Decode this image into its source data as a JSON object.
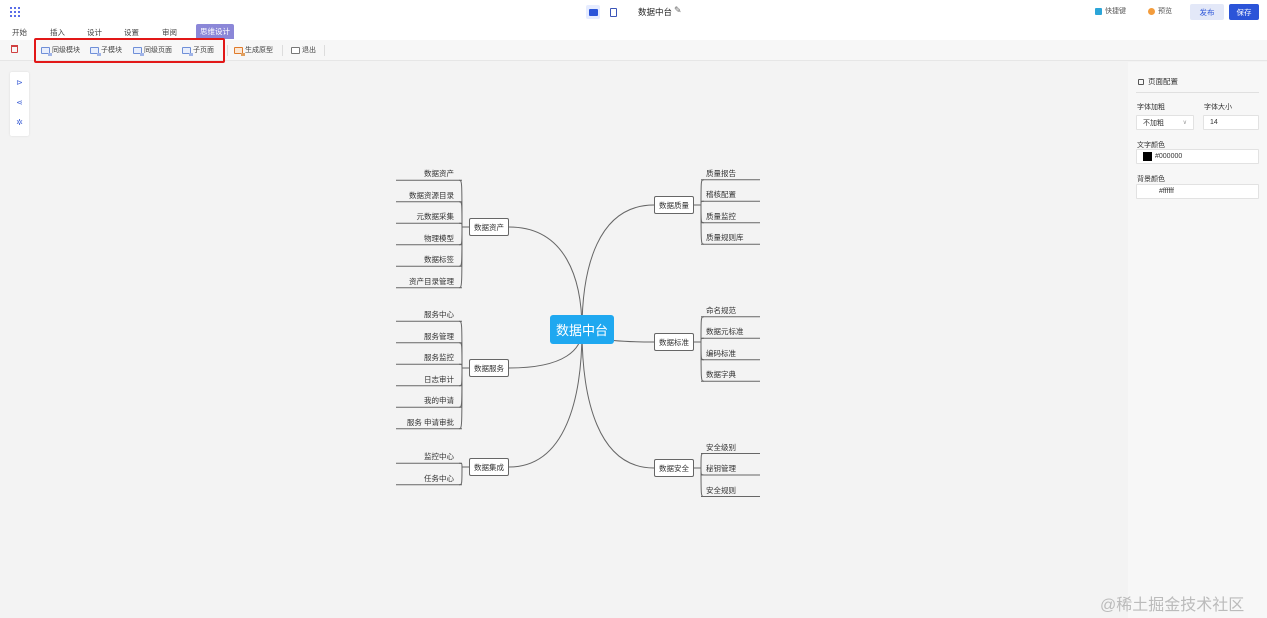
{
  "header": {
    "doc_title": "数据中台",
    "shortcut_label": "快捷键",
    "preview_label": "预览",
    "publish_label": "发布",
    "save_label": "保存"
  },
  "menu": {
    "items": [
      "开始",
      "插入",
      "设计",
      "设置",
      "审阅",
      "思维设计"
    ],
    "active_index": 5
  },
  "toolbar": {
    "items": [
      "同级模块",
      "子模块",
      "同级页面",
      "子页面",
      "生成原型",
      "退出"
    ]
  },
  "mindmap": {
    "root": "数据中台",
    "branches": [
      {
        "label": "数据资产",
        "side": "left",
        "children": [
          "数据资产",
          "数据资源目录",
          "元数据采集",
          "物理模型",
          "数据标签",
          "资产目录管理"
        ]
      },
      {
        "label": "数据服务",
        "side": "left",
        "children": [
          "服务中心",
          "服务管理",
          "服务监控",
          "日志审计",
          "我的申请",
          "服务 申请审批"
        ]
      },
      {
        "label": "数据集成",
        "side": "left",
        "children": [
          "监控中心",
          "任务中心"
        ]
      },
      {
        "label": "数据质量",
        "side": "right",
        "children": [
          "质量报告",
          "稽核配置",
          "质量监控",
          "质量规则库"
        ]
      },
      {
        "label": "数据标准",
        "side": "right",
        "children": [
          "命名规范",
          "数据元标准",
          "编码标准",
          "数据字典"
        ]
      },
      {
        "label": "数据安全",
        "side": "right",
        "children": [
          "安全级别",
          "秘钥管理",
          "安全规则"
        ]
      }
    ]
  },
  "panel": {
    "title": "页面配置",
    "font_weight_label": "字体加粗",
    "font_weight_value": "不加粗",
    "font_size_label": "字体大小",
    "font_size_value": "14",
    "text_color_label": "文字颜色",
    "text_color_value": "#000000",
    "bg_color_label": "背景颜色",
    "bg_color_value": "#ffffff"
  },
  "colors": {
    "accent": "#2b54d8",
    "root_node": "#1fa8f0",
    "highlight": "#e21818",
    "active_tab": "#8b87d8"
  },
  "watermark": "@稀土掘金技术社区"
}
